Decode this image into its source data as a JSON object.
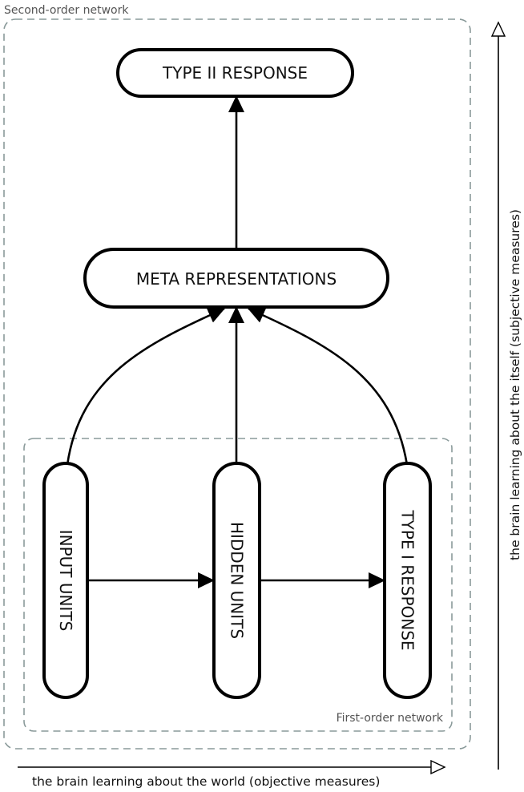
{
  "regions": {
    "second_order": "Second-order network",
    "first_order": "First-order network"
  },
  "nodes": {
    "type2_response": "TYPE II RESPONSE",
    "meta_representations": "META REPRESENTATIONS",
    "input_units": "INPUT UNITS",
    "hidden_units": "HIDDEN UNITS",
    "type1_response": "TYPE I RESPONSE"
  },
  "axes": {
    "horizontal": "the brain learning about the world (objective measures)",
    "vertical": "the brain learning about the itself (subjective measures)"
  },
  "colors": {
    "stroke": "#000000",
    "dashed_border": "#8a9a9a",
    "region_label": "#555555"
  }
}
